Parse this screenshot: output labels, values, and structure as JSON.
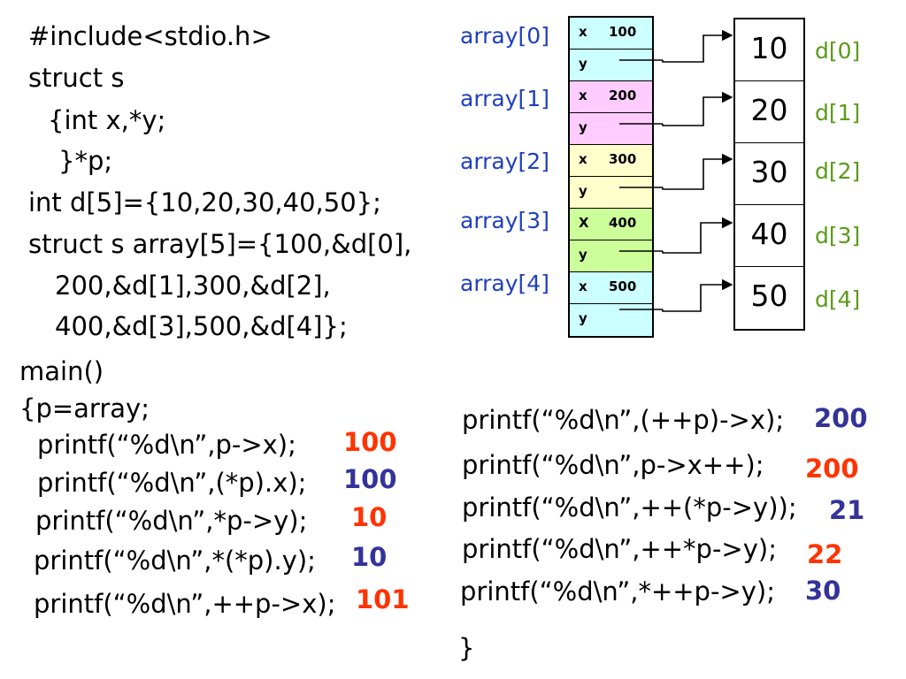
{
  "code": {
    "lines": [
      "#include<stdio.h>",
      "struct s",
      "{int x,*y;",
      "}*p;",
      "int d[5]={10,20,30,40,50};",
      "struct s array[5]={100,&d[0],",
      "200,&d[1],300,&d[2],",
      "400,&d[3],500,&d[4]};",
      "main()",
      "{p=array;"
    ],
    "closing": "}"
  },
  "left_printfs": [
    {
      "stmt": "printf(“%d\\n”,p->x);",
      "result": "100"
    },
    {
      "stmt": "printf(“%d\\n”,(*p).x);",
      "result": "100"
    },
    {
      "stmt": "printf(“%d\\n”,*p->y);",
      "result": "10"
    },
    {
      "stmt": "printf(“%d\\n”,*(*p).y);",
      "result": "10"
    },
    {
      "stmt": "printf(“%d\\n”,++p->x);",
      "result": "101"
    }
  ],
  "right_printfs": [
    {
      "stmt": "printf(“%d\\n”,(++p)->x);",
      "result": "200"
    },
    {
      "stmt": "printf(“%d\\n”,p->x++);",
      "result": "200"
    },
    {
      "stmt": "printf(“%d\\n”,++(*p->y));",
      "result": "21"
    },
    {
      "stmt": "printf(“%d\\n”,++*p->y);",
      "result": "22"
    },
    {
      "stmt": "printf(“%d\\n”,*++p->y);",
      "result": "30"
    }
  ],
  "diagram": {
    "array_labels": [
      "array[0]",
      "array[1]",
      "array[2]",
      "array[3]",
      "array[4]"
    ],
    "structs": [
      {
        "x_field": "x",
        "x_value": "100",
        "y_field": "y",
        "color": "#ccffff"
      },
      {
        "x_field": "x",
        "x_value": "200",
        "y_field": "y",
        "color": "#ffccff"
      },
      {
        "x_field": "x",
        "x_value": "300",
        "y_field": "y",
        "color": "#ffffcc"
      },
      {
        "x_field": "X",
        "x_value": "400",
        "y_field": "y",
        "color": "#ccff99"
      },
      {
        "x_field": "x",
        "x_value": "500",
        "y_field": "y",
        "color": "#ccffff"
      }
    ],
    "d_values": [
      "10",
      "20",
      "30",
      "40",
      "50"
    ],
    "d_labels": [
      "d[0]",
      "d[1]",
      "d[2]",
      "d[3]",
      "d[4]"
    ]
  },
  "colors": {
    "result_red": "#ff3300",
    "result_navy": "#333399",
    "array_label": "#1f3fbf",
    "d_label": "#5a9a1a"
  }
}
